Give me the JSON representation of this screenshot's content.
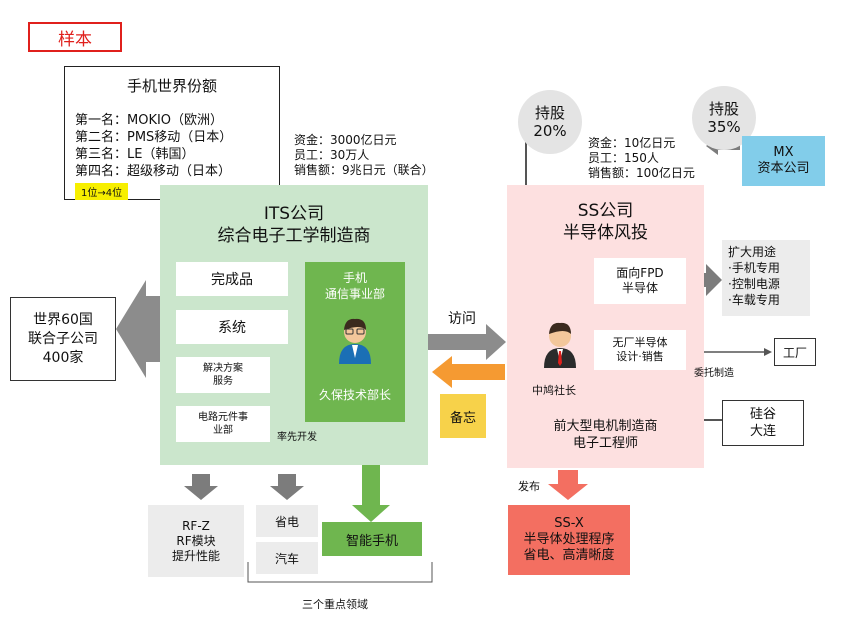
{
  "stamp": "样本",
  "market_share": {
    "title": "手机世界份额",
    "ranks": [
      "第一名：MOKIO（欧洲）",
      "第二名：PMS移动（日本）",
      "第三名：LE（韩国）",
      "第四名：超级移动（日本）"
    ],
    "highlight": "1位→4位"
  },
  "its_stats": [
    "资金：3000亿日元",
    "员工：30万人",
    "销售额：9兆日元（联合）"
  ],
  "its": {
    "title_line1": "ITS公司",
    "title_line2": "综合电子工学制造商",
    "items": [
      "完成品",
      "系统",
      "解决方案\n服务",
      "电路元件事\n业部"
    ],
    "dept_title": "手机\n通信事业部",
    "dept_person": "久保技术部长",
    "dev_label": "率先开发"
  },
  "subsidiaries": "世界60国\n联合子公司\n400家",
  "visit_label": "访问",
  "memo_label": "备忘",
  "bottom": {
    "rfz": "RF-Z\nRF模块\n提升性能",
    "power": "省电",
    "car": "汽车",
    "smartphone": "智能手机",
    "focus_label": "三个重点领域"
  },
  "holdings": {
    "left": "持股\n20%",
    "right": "持股\n35%"
  },
  "mx": "MX\n资本公司",
  "ss_stats": [
    "资金：10亿日元",
    "员工：150人",
    "销售额：100亿日元"
  ],
  "ss": {
    "title_line1": "SS公司",
    "title_line2": "半导体风投",
    "fpd": "面向FPD\n半导体",
    "fabless": "无厂半导体\n设计·销售",
    "president": "中鸠社长",
    "background": "前大型电机制造商\n电子工程师"
  },
  "expansion": "扩大用途\n·手机专用\n·控制电源\n·车载专用",
  "outsource_label": "委托制造",
  "factory": "工厂",
  "cities": "硅谷\n大连",
  "release_label": "发布",
  "ssx": "SS-X\n半导体处理程序\n省电、高清晰度"
}
